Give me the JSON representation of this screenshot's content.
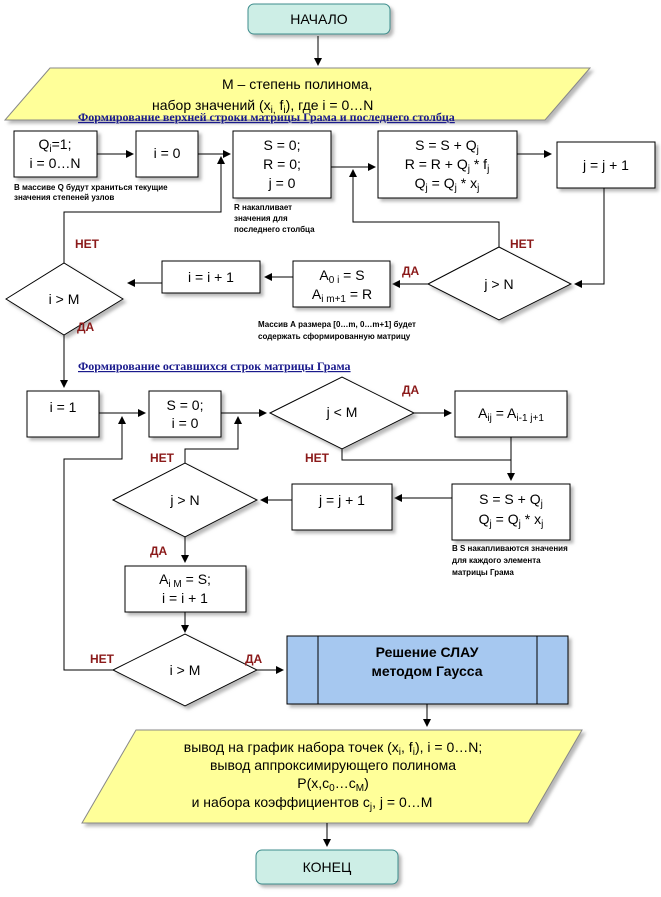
{
  "start": "НАЧАЛО",
  "end": "КОНЕЦ",
  "input": {
    "line1": "M – степень полинома,",
    "line2": "набор значений  (x",
    "line2_sub_i": "i,",
    "line2_f": " f",
    "line2_sub_i2": "i",
    "line2_rest": "), где i = 0…N"
  },
  "section1_title": "Формирование верхней строки матрицы Грама и последнего столбца",
  "section2_title": "Формирование оставшихся строк матрицы Грама",
  "boxes": {
    "q_init_1": "Q",
    "q_init_1_sub": "i",
    "q_init_1_rest": "=1;",
    "q_init_2": "i = 0…N",
    "i0": "i = 0",
    "src_1": "S = 0;",
    "src_2": "R = 0;",
    "src_3": "j = 0",
    "acc_1": "S = S + Q",
    "acc_1_sub": "j",
    "acc_2": "R = R + Q",
    "acc_2_sub": "j",
    "acc_2_rest": " * f",
    "acc_2_sub2": "j",
    "acc_3": "Q",
    "acc_3_sub": "j",
    "acc_3_mid": " = Q",
    "acc_3_sub2": "j",
    "acc_3_rest": " * x",
    "acc_3_sub3": "j",
    "jinc": "j = j + 1",
    "a_1": "A",
    "a_1_sub": "0 i",
    "a_1_rest": " = S",
    "a_2": "A",
    "a_2_sub": "i m+1",
    "a_2_rest": " = R",
    "iinc": "i = i + 1",
    "i1": "i = 1",
    "s0_1": "S = 0;",
    "s0_2": "i = 0",
    "aij": "A",
    "aij_sub": "ij",
    "aij_mid": " = A",
    "aij_sub2": "i-1 j+1",
    "jinc2": "j = j + 1",
    "s2_1": "S = S + Q",
    "s2_1_sub": "j",
    "s2_2": "Q",
    "s2_2_sub": "j",
    "s2_2_mid": " = Q",
    "s2_2_sub2": "j",
    "s2_2_rest": " * x",
    "s2_2_sub3": "j",
    "aim_1": "A",
    "aim_1_sub": "i M",
    "aim_1_rest": " = S;",
    "aim_2": "i = i + 1",
    "gauss_1": "Решение  СЛАУ",
    "gauss_2": "методом Гаусса"
  },
  "decisions": {
    "jN1": "j > N",
    "iM1": "i > M",
    "jM": "j < M",
    "jN2": "j > N",
    "iM2": "i > M"
  },
  "labels": {
    "yes": "ДА",
    "no": "НЕТ"
  },
  "notes": {
    "q_1": "В массиве Q будут храниться текущие",
    "q_2": "значения степеней узлов",
    "r_1": "R накапливает",
    "r_2": "значения для",
    "r_3": "последнего столбца",
    "a_1": "Массив А размера [0…m, 0…m+1] будет",
    "a_2": "содержать сформированную матрицу",
    "s_1": "В S накапливаются значения",
    "s_2": "для каждого элемента",
    "s_3": "матрицы Грама"
  },
  "output": {
    "line1": "вывод на график набора точек (x",
    "line1_sub": "i",
    "line1_mid": ",  f",
    "line1_sub2": "i",
    "line1_rest": "), i = 0…N;",
    "line2": "вывод аппроксимирующего  полинома",
    "line3": "P(x,c",
    "line3_sub": "0",
    "line3_mid": "…c",
    "line3_sub2": "M",
    "line3_rest": ")",
    "line4": "и набора коэффициентов  c",
    "line4_sub": "j",
    "line4_rest": ", j = 0…M"
  },
  "colors": {
    "terminal_fill": "#cdeee6",
    "io_fill": "#ffff99",
    "gauss_fill": "#a6c8f0",
    "title_text": "#1a1a8c",
    "label_text": "#8b1a1a"
  }
}
